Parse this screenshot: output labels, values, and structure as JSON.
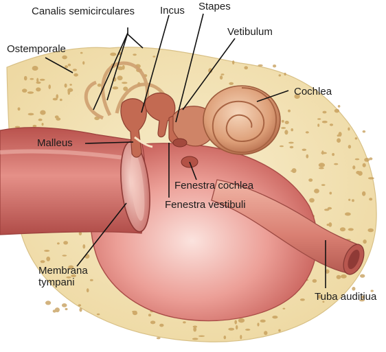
{
  "diagram": {
    "labels": {
      "canalis_semicirculares": "Canalis semicirculares",
      "incus": "Incus",
      "stapes": "Stapes",
      "vestibulum": "Vetibulum",
      "ostemporale": "Ostemporale",
      "cochlea": "Cochlea",
      "malleus": "Malleus",
      "fenestra_cochlea": "Fenestra cochlea",
      "fenestra_vestibuli": "Fenestra vestibuli",
      "membrana_tympani": "Membrana\ntympani",
      "tuba_auditiua": "Tuba auditiua"
    },
    "colors": {
      "bone": "#f3e4b8",
      "bone_pore": "#c9a35e",
      "tissue": "#d9837a",
      "tissue_dark": "#b8554f",
      "cochlea": "#e3a982",
      "ossicle": "#c06a52",
      "leader": "#111111"
    }
  }
}
